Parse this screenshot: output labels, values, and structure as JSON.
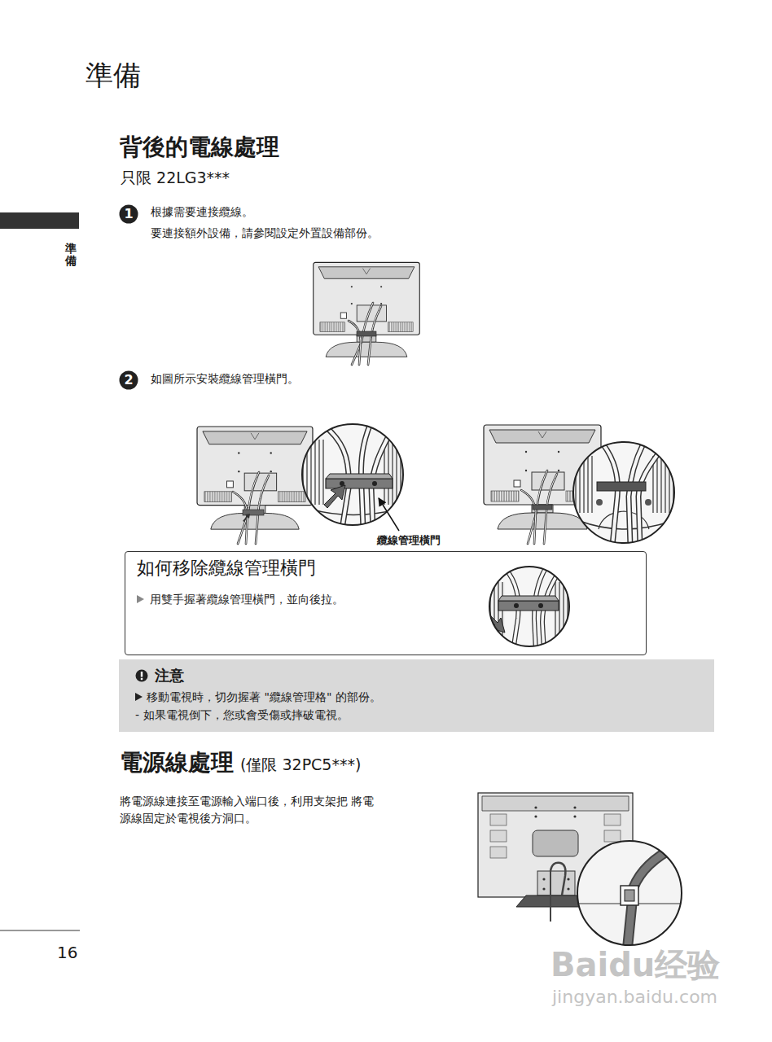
{
  "diagram": {
    "title": "準備",
    "nodes": [
      {
        "text": [
          "1"
        ]
      },
      {
        "text": [
          "2"
        ]
      },
      {
        "text": [
          "如何移除纜線管理橫門",
          "用雙手握著纜線管理橫門，並向後拉。"
        ]
      },
      {
        "text": [
          "注意",
          "移動電視時，切勿握著 \"纜線管理格\" 的部份。",
          "- 如果電視倒下，您或會受傷或摔破電視。"
        ]
      }
    ],
    "labels": [
      "準備",
      "背後的電線處理",
      "只限 22LG3***",
      "根據需要連接纜線。",
      "要連接額外設備，請參閱設定外置設備部份。",
      "如圖所示安裝纜線管理橫門。",
      "纜線管理橫門",
      "電源線處理",
      "(僅限 32PC5***)",
      "將電源線連接至電源輸入端口後，利用支架把 將電源線固定於電視後方洞口。",
      "16",
      "Baidu经验",
      "jingyan.baidu.com"
    ]
  }
}
